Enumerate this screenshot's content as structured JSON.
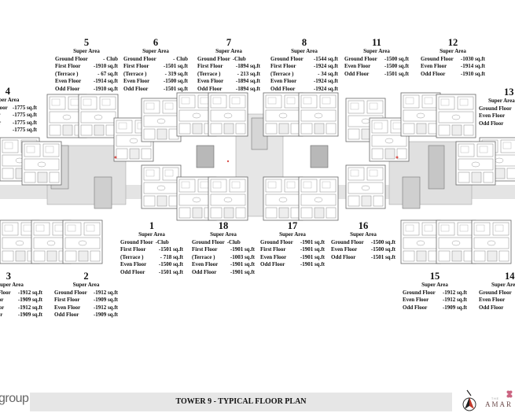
{
  "drawing": {
    "title": "TOWER 9 - TYPICAL FLOOR PLAN",
    "brand_left": "group",
    "brand_right_small": "THE",
    "brand_right": "AMAR",
    "north_arrow": "north-arrow-icon"
  },
  "units": [
    {
      "id": "5",
      "heading": "Super Area",
      "rows": [
        {
          "k": "Ground Floor",
          "v": "- Club"
        },
        {
          "k": "First Floor",
          "v": "-1910 sq.ft"
        },
        {
          "k": "(Terrace )",
          "v": "-    67 sq.ft"
        },
        {
          "k": "Even Floor",
          "v": "-1914 sq.ft"
        },
        {
          "k": "Odd Floor",
          "v": "-1910 sq.ft"
        }
      ]
    },
    {
      "id": "6",
      "heading": "Super Area",
      "rows": [
        {
          "k": "Ground Floor",
          "v": "- Club"
        },
        {
          "k": "First Floor",
          "v": "-1501 sq.ft"
        },
        {
          "k": "(Terrace )",
          "v": "-  319 sq.ft"
        },
        {
          "k": "Even Floor",
          "v": "-1500 sq.ft"
        },
        {
          "k": "Odd Floor",
          "v": "-1501 sq.ft"
        }
      ]
    },
    {
      "id": "7",
      "heading": "Super Area",
      "rows": [
        {
          "k": "Ground Floor",
          "v": "-Club"
        },
        {
          "k": "First Floor",
          "v": "-1894 sq.ft"
        },
        {
          "k": "(Terrace )",
          "v": "-  213 sq.ft"
        },
        {
          "k": "Even Floor",
          "v": "-1894 sq.ft"
        },
        {
          "k": "Odd Floor",
          "v": "-1894 sq.ft"
        }
      ]
    },
    {
      "id": "8",
      "heading": "Super Area",
      "rows": [
        {
          "k": "Ground Floor",
          "v": "-1544 sq.ft"
        },
        {
          "k": "First Floor",
          "v": "-1924 sq.ft"
        },
        {
          "k": "(Terrace )",
          "v": "-    34 sq.ft"
        },
        {
          "k": "Even Floor",
          "v": "-1924 sq.ft"
        },
        {
          "k": "Odd Floor",
          "v": "-1924 sq.ft"
        }
      ]
    },
    {
      "id": "11",
      "heading": "Super Area",
      "rows": [
        {
          "k": "Ground Floor",
          "v": "-1500 sq.ft"
        },
        {
          "k": "Even Floor",
          "v": "-1500 sq.ft"
        },
        {
          "k": "Odd Floor",
          "v": "-1501 sq.ft"
        }
      ]
    },
    {
      "id": "12",
      "heading": "Super Area",
      "rows": [
        {
          "k": "Ground Floor",
          "v": "-1030 sq.ft"
        },
        {
          "k": "Even Floor",
          "v": "-1914 sq.ft"
        },
        {
          "k": "Odd Floor",
          "v": "-1910 sq.ft"
        }
      ]
    },
    {
      "id": "4",
      "heading": "Super Area",
      "rows": [
        {
          "k": "Ground Floor",
          "v": "-1775 sq.ft"
        },
        {
          "k": "First Floor",
          "v": "-1775 sq.ft"
        },
        {
          "k": "Even Floor",
          "v": "-1775 sq.ft"
        },
        {
          "k": "Odd Floor",
          "v": "-1775 sq.ft"
        }
      ]
    },
    {
      "id": "13",
      "heading": "Super Area",
      "rows": [
        {
          "k": "Ground Floor",
          "v": ""
        },
        {
          "k": "Even Floor",
          "v": ""
        },
        {
          "k": "Odd Floor",
          "v": ""
        }
      ]
    },
    {
      "id": "1",
      "heading": "Super Area",
      "rows": [
        {
          "k": "Ground Floor",
          "v": "-Club"
        },
        {
          "k": "First Floor",
          "v": "-1501 sq.ft"
        },
        {
          "k": "(Terrace )",
          "v": "-  718 sq.ft"
        },
        {
          "k": "Even Floor",
          "v": "-1500 sq.ft"
        },
        {
          "k": "Odd Floor",
          "v": "-1501 sq.ft"
        }
      ]
    },
    {
      "id": "18",
      "heading": "Super Area",
      "rows": [
        {
          "k": "Ground Floor",
          "v": "-Club"
        },
        {
          "k": "First Floor",
          "v": "-1901 sq.ft"
        },
        {
          "k": "(Terrace )",
          "v": "-1003 sq.ft"
        },
        {
          "k": "Even Floor",
          "v": "-1901 sq.ft"
        },
        {
          "k": "Odd Floor",
          "v": "-1901 sq.ft"
        }
      ]
    },
    {
      "id": "17",
      "heading": "Super Area",
      "rows": [
        {
          "k": "Ground Floor",
          "v": "-1901 sq.ft"
        },
        {
          "k": "First Floor",
          "v": "-1901 sq.ft"
        },
        {
          "k": "Even Floor",
          "v": "-1901 sq.ft"
        },
        {
          "k": "Odd Floor",
          "v": "-1901 sq.ft"
        }
      ]
    },
    {
      "id": "16",
      "heading": "Super Area",
      "rows": [
        {
          "k": "Ground Floor",
          "v": "-1500 sq.ft"
        },
        {
          "k": "Even Floor",
          "v": "-1500 sq.ft"
        },
        {
          "k": "Odd Floor",
          "v": "-1501 sq.ft"
        }
      ]
    },
    {
      "id": "3",
      "heading": "Super Area",
      "rows": [
        {
          "k": "Ground Floor",
          "v": "-1912 sq.ft"
        },
        {
          "k": "First Floor",
          "v": "-1909 sq.ft"
        },
        {
          "k": "Even Floor",
          "v": "-1912 sq.ft"
        },
        {
          "k": "Odd Floor",
          "v": "-1909 sq.ft"
        }
      ]
    },
    {
      "id": "2",
      "heading": "Super Area",
      "rows": [
        {
          "k": "Ground Floor",
          "v": "-1912 sq.ft"
        },
        {
          "k": "First Floor",
          "v": "-1909 sq.ft"
        },
        {
          "k": "Even Floor",
          "v": "-1912 sq.ft"
        },
        {
          "k": "Odd Floor",
          "v": "-1909 sq.ft"
        }
      ]
    },
    {
      "id": "15",
      "heading": "Super Area",
      "rows": [
        {
          "k": "Ground Floor",
          "v": "-1912 sq.ft"
        },
        {
          "k": "Even Floor",
          "v": "-1912 sq.ft"
        },
        {
          "k": "Odd Floor",
          "v": "-1909 sq.ft"
        }
      ]
    },
    {
      "id": "14",
      "heading": "Super Area",
      "rows": [
        {
          "k": "Ground Floor",
          "v": ""
        },
        {
          "k": "Even Floor",
          "v": ""
        },
        {
          "k": "Odd Floor",
          "v": ""
        }
      ]
    }
  ],
  "colors": {
    "wall": "#555555",
    "corridor": "#e0e0e0",
    "shaft": "#b8b8b8",
    "footer_bar": "#e6e6e6",
    "entry_marker": "#d9534f"
  }
}
